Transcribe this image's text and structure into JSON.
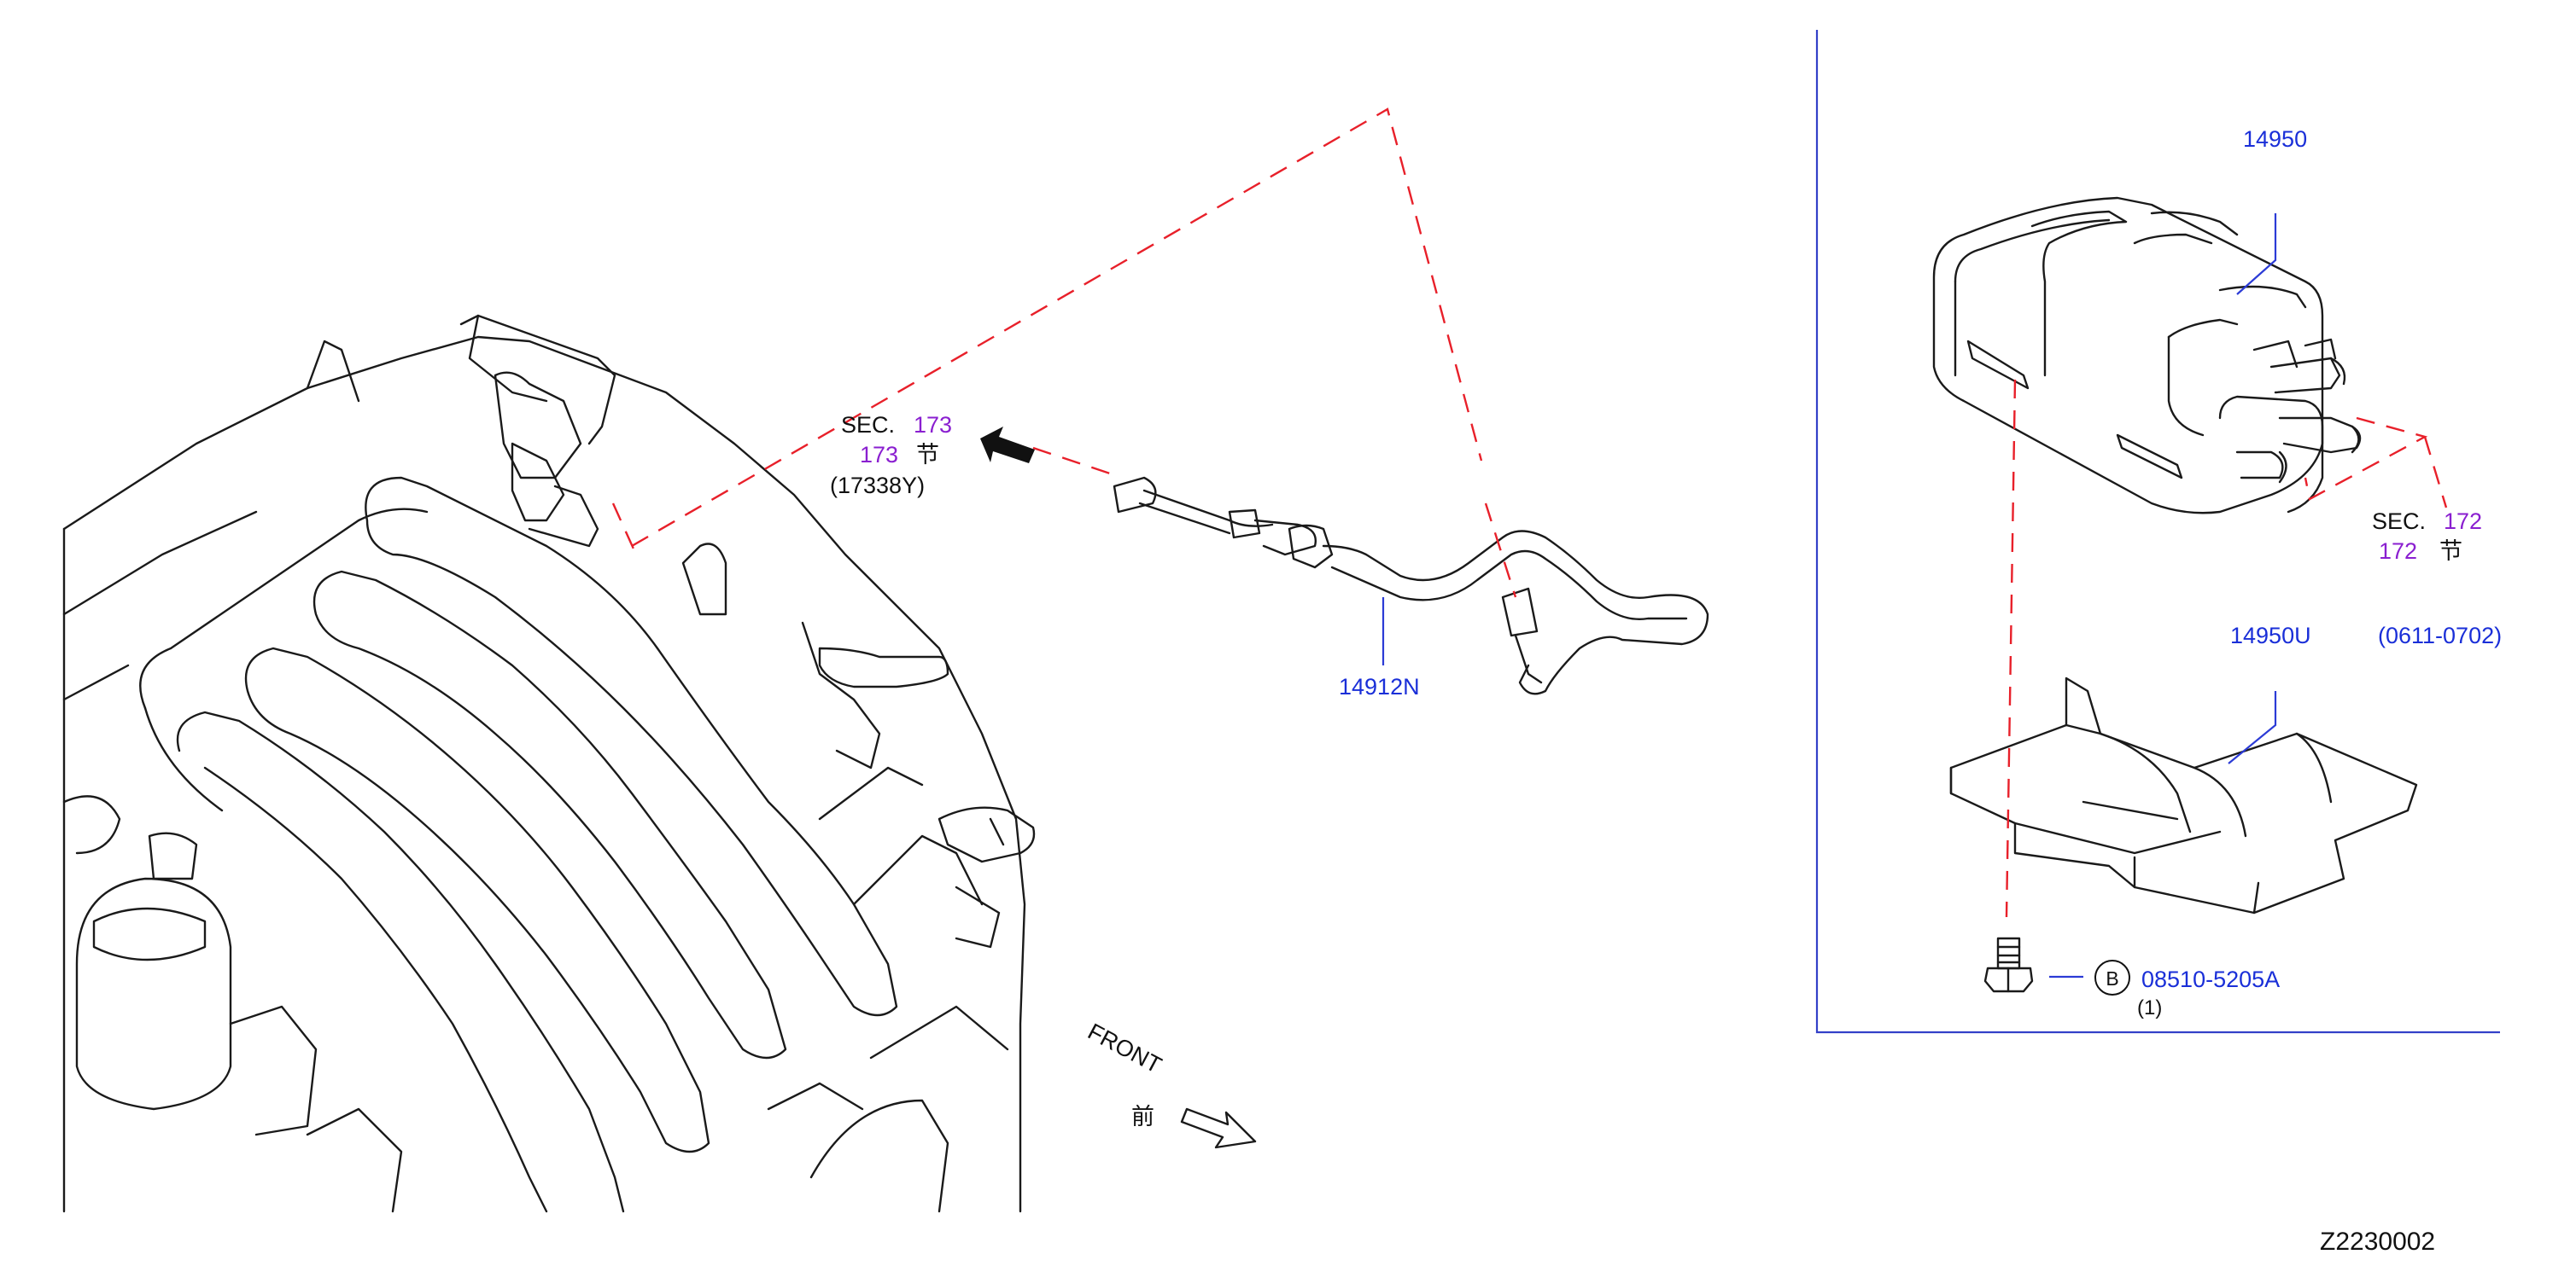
{
  "diagram_code": "Z2230002",
  "front_indicator": {
    "text": "FRONT",
    "cjk": "前"
  },
  "callouts": {
    "sec173": {
      "sec": "SEC.",
      "ref_top": "173",
      "ref_bottom": "173",
      "cjk": "节",
      "part": "(17338Y)"
    },
    "sec172": {
      "sec": "SEC.",
      "ref_top": "172",
      "ref_bottom": "172",
      "cjk": "节"
    },
    "hose": "14912N",
    "canister": "14950",
    "bracket": "14950U",
    "bracket_range": "(0611-0702)",
    "bolt_badge": "B",
    "bolt_part": "08510-5205A",
    "bolt_qty": "(1)"
  },
  "colors": {
    "part_number": "#1a2fd8",
    "section_ref": "#8a1fd0",
    "dashed_guide": "#e8202a",
    "frame": "#3340c8",
    "linework": "#1a1a1a"
  }
}
